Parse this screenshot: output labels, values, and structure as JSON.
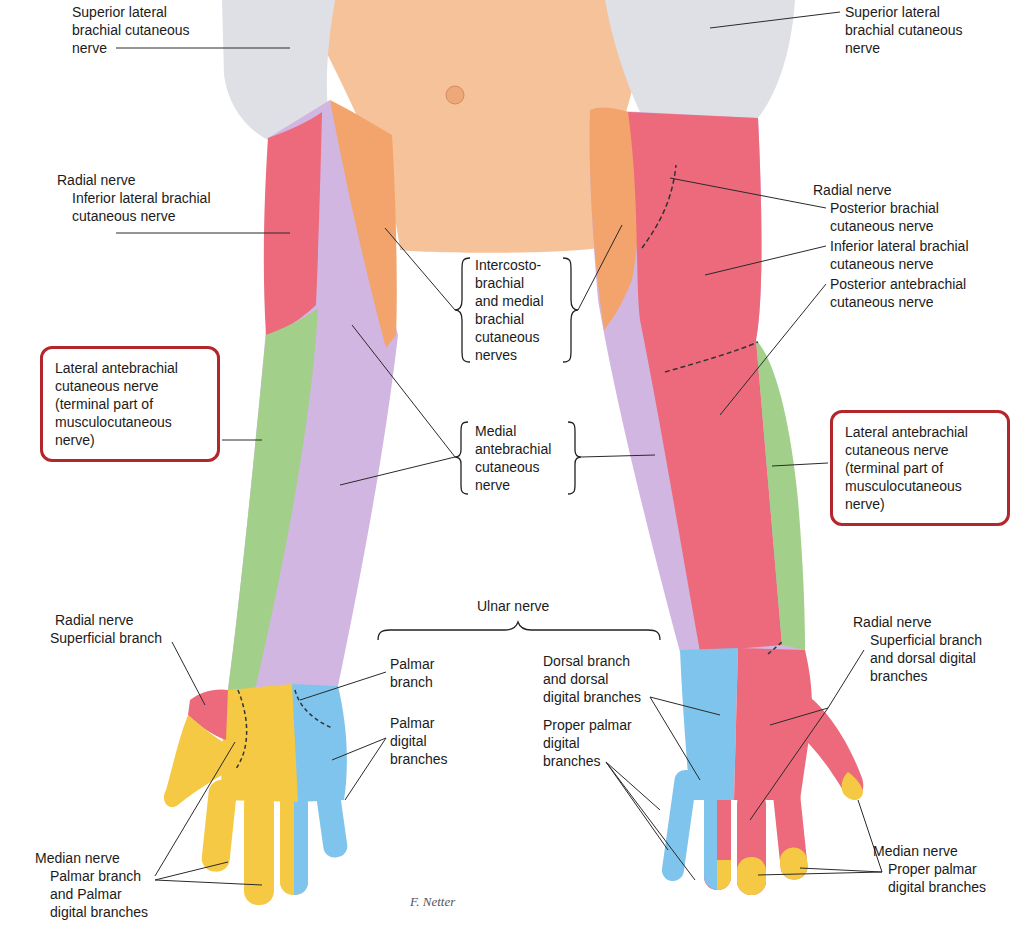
{
  "diagram": {
    "nodes": [
      {
        "text": [
          "Lateral antebrachial cutaneous nerve (terminal part of musculocutaneous nerve)"
        ]
      },
      {
        "text": [
          "Lateral antebrachial cutaneous nerve (terminal part of musculocutaneous nerve)"
        ]
      }
    ],
    "labels": [
      "Superior lateral brachial cutaneous nerve",
      "Superior lateral brachial cutaneous nerve",
      "Radial nerve",
      "Inferior lateral brachial cutaneous nerve",
      "Radial nerve",
      "Posterior brachial cutaneous nerve",
      "Inferior lateral brachial cutaneous nerve",
      "Posterior antebrachial cutaneous nerve",
      "Intercosto- brachial and medial brachial cutaneous nerves",
      "Medial antebrachial cutaneous nerve",
      "Ulnar nerve",
      "Radial nerve",
      "Superficial branch",
      "Palmar branch",
      "Palmar digital branches",
      "Dorsal branch and dorsal digital branches",
      "Proper palmar digital branches",
      "Radial nerve",
      "Superficial branch and dorsal digital branches",
      "Median nerve",
      "Palmar branch and Palmar digital branches",
      "Median nerve",
      "Proper palmar digital branches",
      "F. Netter"
    ]
  }
}
